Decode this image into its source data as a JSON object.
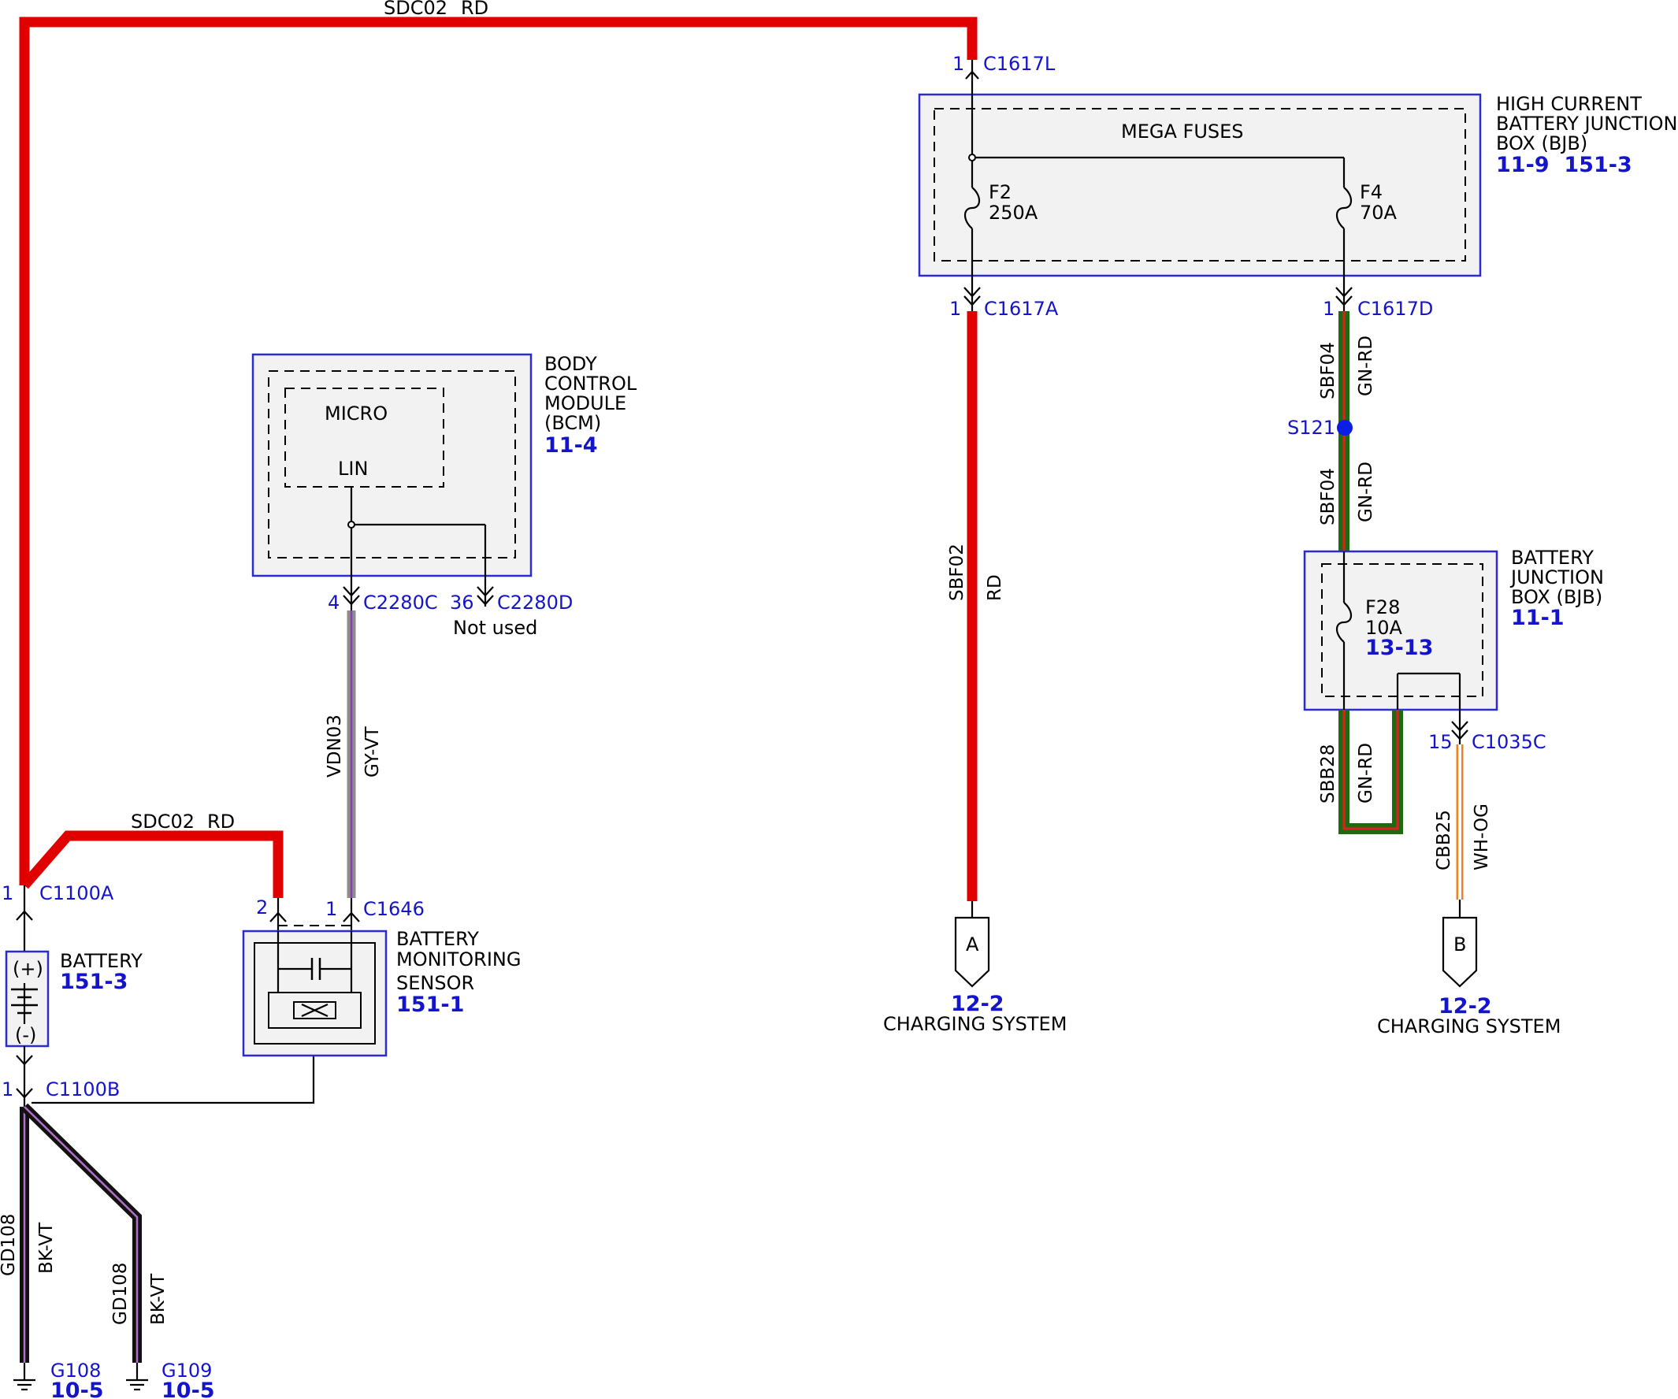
{
  "wires": {
    "top": {
      "circuit": "SDC02",
      "color": "RD"
    },
    "bms_feed": {
      "circuit": "SDC02",
      "color": "RD"
    },
    "lin": {
      "circuit": "VDN03",
      "color": "GY-VT"
    },
    "a_feed": {
      "circuit": "SBF02",
      "color": "RD"
    },
    "bjb_upper": {
      "circuit": "SBF04",
      "color": "GN-RD"
    },
    "bjb_lower": {
      "circuit": "SBF04",
      "color": "GN-RD"
    },
    "bjb_loop": {
      "circuit": "SBB28",
      "color": "GN-RD"
    },
    "b_feed": {
      "circuit": "CBB25",
      "color": "WH-OG"
    },
    "ground_1": {
      "circuit": "GD108",
      "color": "BK-VT"
    },
    "ground_2": {
      "circuit": "GD108",
      "color": "BK-VT"
    }
  },
  "connectors": {
    "c1617l": {
      "pin": "1",
      "name": "C1617L"
    },
    "c1617a": {
      "pin": "1",
      "name": "C1617A"
    },
    "c1617d": {
      "pin": "1",
      "name": "C1617D"
    },
    "c2280c": {
      "pin": "4",
      "name": "C2280C"
    },
    "c2280d": {
      "pin": "36",
      "name": "C2280D",
      "note": "Not used"
    },
    "c1100a": {
      "pin": "1",
      "name": "C1100A"
    },
    "c1100b": {
      "pin": "1",
      "name": "C1100B"
    },
    "c1646_a": {
      "pin": "2"
    },
    "c1646_b": {
      "pin": "1",
      "name": "C1646"
    },
    "c1035c": {
      "pin": "15",
      "name": "C1035C"
    }
  },
  "splice": {
    "name": "S121",
    "color": "#0a1ee6"
  },
  "hcbjb": {
    "title_lines": [
      "HIGH CURRENT",
      "BATTERY JUNCTION",
      "BOX (BJB)"
    ],
    "refs": "11-9  151-3",
    "inner_label": "MEGA FUSES",
    "fuse_f2": {
      "name": "F2",
      "rating": "250A"
    },
    "fuse_f4": {
      "name": "F4",
      "rating": "70A"
    }
  },
  "bcm": {
    "title_lines": [
      "BODY",
      "CONTROL",
      "MODULE",
      "(BCM)"
    ],
    "ref": "11-4",
    "micro_label": "MICRO",
    "lin_label": "LIN"
  },
  "bjb": {
    "title_lines": [
      "BATTERY",
      "JUNCTION",
      "BOX (BJB)"
    ],
    "ref": "11-1",
    "fuse": {
      "name": "F28",
      "rating": "10A",
      "ref": "13-13"
    }
  },
  "battery": {
    "title": "BATTERY",
    "ref": "151-3",
    "plus": "(+)",
    "minus": "(-)"
  },
  "bms": {
    "title_lines": [
      "BATTERY",
      "MONITORING",
      "SENSOR"
    ],
    "ref": "151-1"
  },
  "offpage": {
    "a": {
      "letter": "A",
      "ref": "12-2",
      "label": "CHARGING SYSTEM"
    },
    "b": {
      "letter": "B",
      "ref": "12-2",
      "label": "CHARGING SYSTEM"
    }
  },
  "grounds": {
    "g108": {
      "name": "G108",
      "ref": "10-5"
    },
    "g109": {
      "name": "G109",
      "ref": "10-5"
    }
  },
  "colors": {
    "red_wire": "#e00000",
    "green_wire": "#1f6a10",
    "component_border": "#2b2bd6",
    "connector_text": "#1414cc"
  }
}
